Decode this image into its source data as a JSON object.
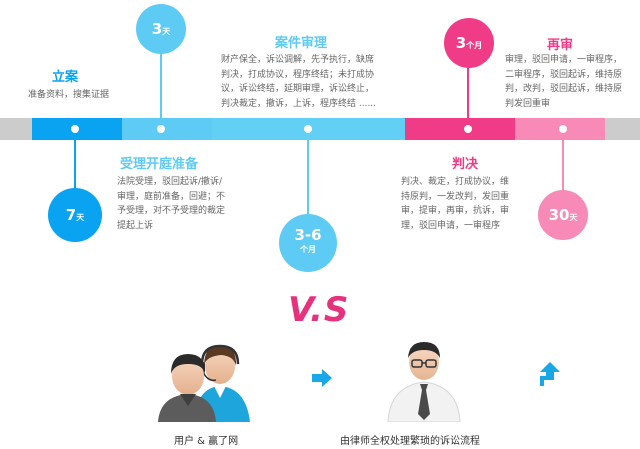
{
  "timeline": {
    "li_an": {
      "title": "立案",
      "desc": "准备资料，搜集证据"
    },
    "shouli": {
      "title": "受理开庭准备",
      "desc_lines": [
        "法院受理，驳回起诉/撤诉/",
        "审理，庭前准备，回避；不",
        "予受理，对不予受理的裁定",
        "提起上诉"
      ]
    },
    "shenli": {
      "title": "案件审理",
      "desc_lines": [
        "财产保全，诉讼调解，先予执行，缺席",
        "判决，打成协议，程序终结；未打成协",
        "议，诉讼终结，延期审理，诉讼终止，",
        "判决裁定，撤诉，上诉，程序终结 ......"
      ]
    },
    "panjue": {
      "title": "判决",
      "desc_lines": [
        "判决、裁定，打成协议，维",
        "持原判，一发改判，发回重",
        "审，提审，再审，抗诉，审",
        "理，驳回申请，一审程序"
      ]
    },
    "zaishen": {
      "title": "再审",
      "desc_lines": [
        "审理，驳回申请，一审程序，",
        "二审程序，驳回起诉，维持原",
        "判，改判，驳回起诉，维持原",
        "判发回重审"
      ]
    },
    "circles": {
      "c7": {
        "num": "7",
        "unit": "天"
      },
      "c3": {
        "num": "3",
        "unit": "天"
      },
      "c36": {
        "num": "3-6",
        "unit": "个月"
      },
      "c3m": {
        "num": "3",
        "unit": "个月"
      },
      "c30": {
        "num": "30",
        "unit": "天"
      }
    },
    "colors": {
      "blue_dark": "#0aa3f2",
      "blue_light": "#5ecbf5",
      "pink_dark": "#f03b86",
      "pink_light": "#f78ab7",
      "gray": "#cccccc"
    }
  },
  "vs": "V.S",
  "bottom": {
    "left_label": "用户 & 赢了网",
    "right_label": "由律师全权处理繁琐的诉讼流程"
  }
}
